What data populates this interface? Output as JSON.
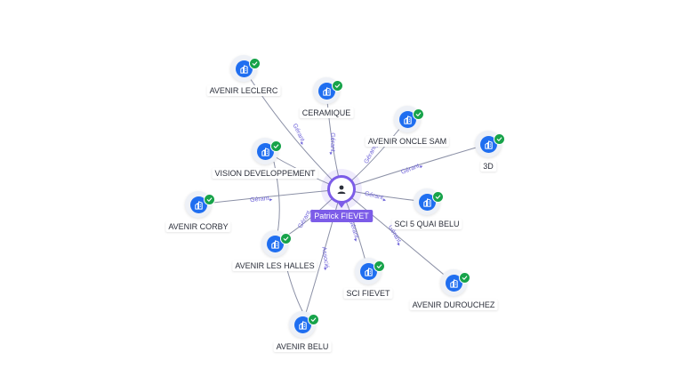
{
  "center": {
    "name": "Patrick FIEVET"
  },
  "nodes": [
    {
      "id": "avenir-leclerc",
      "label": "AVENIR LECLERC"
    },
    {
      "id": "ceramique",
      "label": "CERAMIQUE"
    },
    {
      "id": "avenir-oncle-sam",
      "label": "AVENIR ONCLE SAM"
    },
    {
      "id": "3d",
      "label": "3D"
    },
    {
      "id": "vision-developpement",
      "label": "VISION DEVELOPPEMENT"
    },
    {
      "id": "avenir-corby",
      "label": "AVENIR CORBY"
    },
    {
      "id": "sci-5-quai-belu",
      "label": "SCI 5 QUAI BELU"
    },
    {
      "id": "avenir-les-halles",
      "label": "AVENIR LES HALLES"
    },
    {
      "id": "sci-fievet",
      "label": "SCI FIEVET"
    },
    {
      "id": "avenir-durouchez",
      "label": "AVENIR DUROUCHEZ"
    },
    {
      "id": "avenir-belu",
      "label": "AVENIR BELU"
    }
  ],
  "edges": [
    {
      "target": "avenir-leclerc",
      "label": "Gérant"
    },
    {
      "target": "ceramique",
      "label": "Gérant"
    },
    {
      "target": "avenir-oncle-sam",
      "label": "Gérant"
    },
    {
      "target": "3d",
      "label": "Gérant"
    },
    {
      "target": "vision-developpement",
      "label": ""
    },
    {
      "target": "avenir-corby",
      "label": "Gérant"
    },
    {
      "target": "sci-5-quai-belu",
      "label": "Gérant"
    },
    {
      "target": "avenir-les-halles",
      "label": "Gérant"
    },
    {
      "target": "sci-fievet",
      "label": "Gérant"
    },
    {
      "target": "avenir-durouchez",
      "label": "Gérant"
    },
    {
      "target": "avenir-belu",
      "label": "Associé"
    }
  ],
  "colors": {
    "accent": "#7c5ce8",
    "company": "#1f6ef0",
    "verified": "#17a34a",
    "edge_label": "#6e63d9"
  },
  "icons": {
    "center": "person-icon",
    "company": "building-icon",
    "status": "check-icon"
  }
}
